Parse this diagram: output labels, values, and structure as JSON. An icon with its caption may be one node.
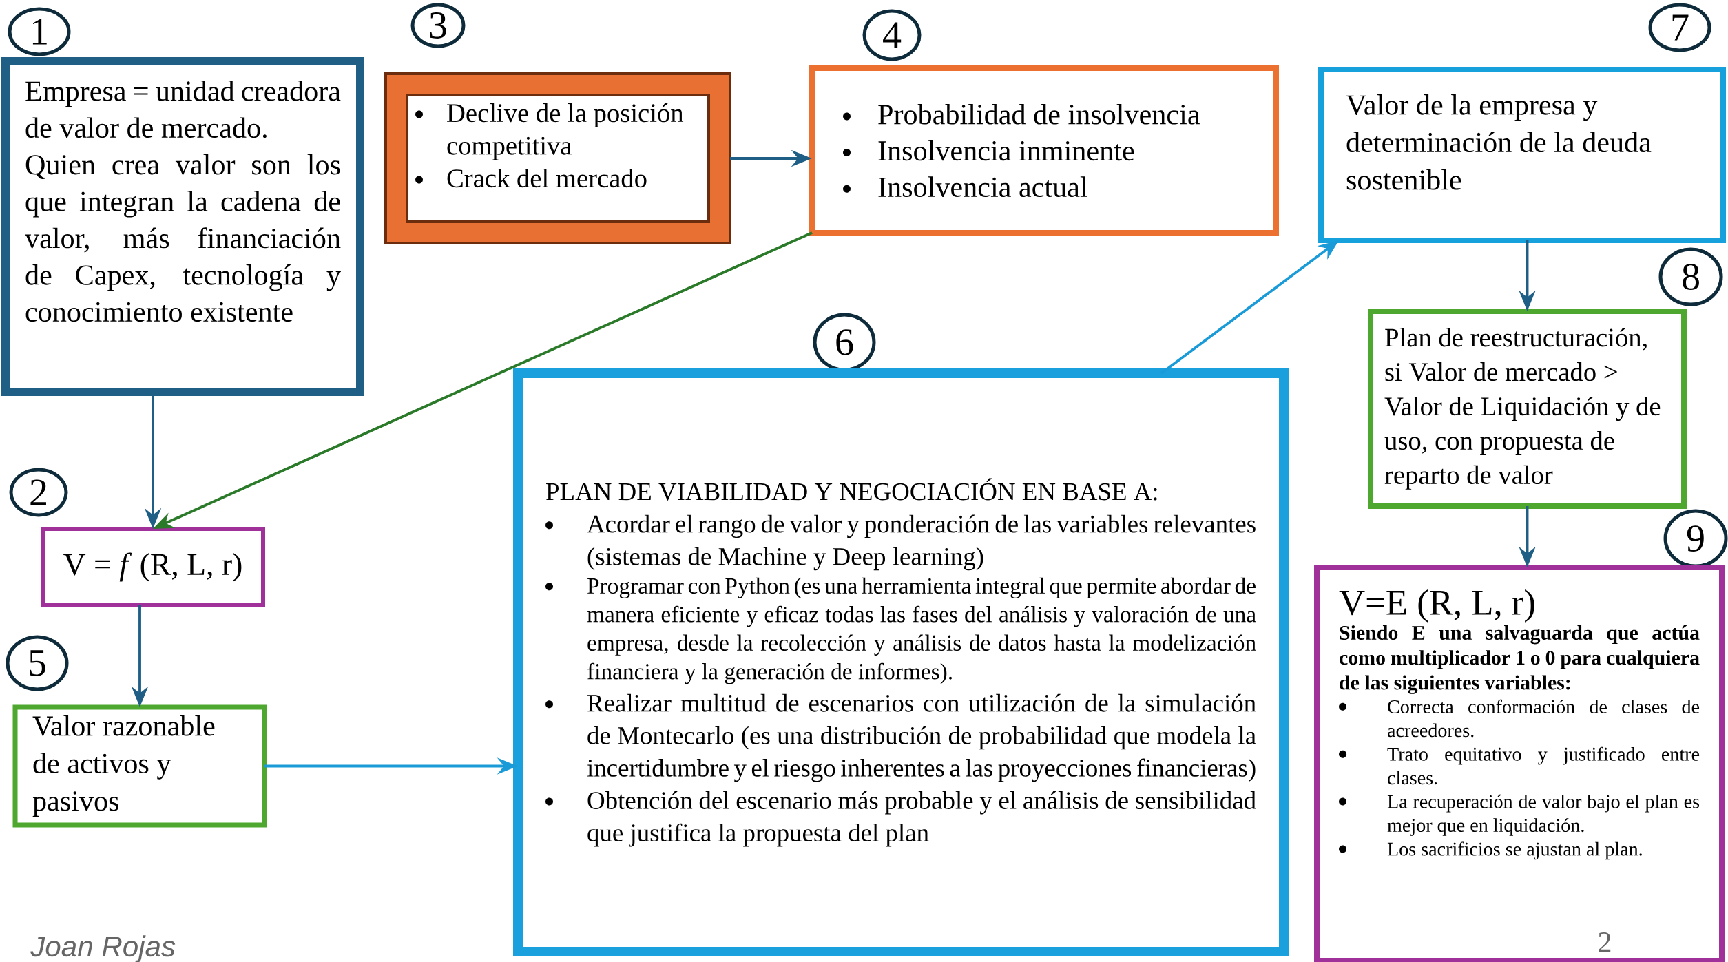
{
  "diagram": {
    "nodes": [
      {
        "text": [
          "1"
        ]
      },
      {
        "text": [
          "Empresa = unidad creadora de valor de mercado.",
          "Quien crea valor son los que integran la cadena de valor, más financiación de Capex, tecnología y conocimiento existente"
        ]
      },
      {
        "text": [
          "3"
        ]
      },
      {
        "text": [
          "Declive de la posición competitiva",
          "Crack del mercado"
        ]
      },
      {
        "text": [
          "4"
        ]
      },
      {
        "text": [
          "Probabilidad de insolvencia",
          "Insolvencia inminente",
          "Insolvencia actual"
        ]
      },
      {
        "text": [
          "7"
        ]
      },
      {
        "text": [
          "Valor de la empresa y determinación de la deuda sostenible"
        ]
      },
      {
        "text": [
          "8"
        ]
      },
      {
        "text": [
          "Plan de reestructuración, si Valor de mercado > Valor de Liquidación y de uso, con propuesta de reparto de valor"
        ]
      },
      {
        "text": [
          "2"
        ]
      },
      {
        "text": [
          "V = *f* (R, L, r)"
        ]
      },
      {
        "text": [
          "6"
        ]
      },
      {
        "text": [
          "PLAN DE VIABILIDAD Y NEGOCIACIÓN EN BASE A:",
          "Acordar el rango de valor y ponderación de las variables relevantes (sistemas de Machine y Deep learning)",
          "Programar con Python (es una herramienta integral que permite abordar de manera eficiente y eficaz todas las fases del análisis y valoración de una empresa, desde la recolección y análisis de datos hasta la modelización financiera y la generación de informes).",
          "Realizar multitud de escenarios con utilización de la simulación de Montecarlo (es una distribución de probabilidad que modela la incertidumbre y el riesgo inherentes a las proyecciones financieras)",
          "Obtención del escenario más probable y el análisis de sensibilidad que justifica la propuesta del plan"
        ]
      },
      {
        "text": [
          "9"
        ]
      },
      {
        "text": [
          "V=E (R, L, r)",
          "Siendo E una salvaguarda que actúa como multiplicador 1 o 0 para cualquiera de las siguientes variables:",
          "Correcta conformación de clases de acreedores.",
          "Trato equitativo y justificado entre clases.",
          "La recuperación de valor bajo el plan es mejor que en liquidación.",
          "Los sacrificios se ajustan al plan."
        ]
      },
      {
        "text": [
          "5"
        ]
      },
      {
        "text": [
          "Valor razonable de activos y pasivos"
        ]
      }
    ],
    "edges": [
      {
        "from": 1,
        "to": 11,
        "arrow": "to"
      },
      {
        "from": 11,
        "to": 17,
        "arrow": "to"
      },
      {
        "from": 17,
        "to": 13,
        "arrow": "to",
        "color": "#1a9bd7"
      },
      {
        "from": 3,
        "to": 5,
        "arrow": "to"
      },
      {
        "from": 5,
        "to": 11,
        "arrow": "to",
        "color": "#2a7a2a"
      },
      {
        "from": 13,
        "to": 7,
        "arrow": "to",
        "color": "#1a9bd7"
      },
      {
        "from": 7,
        "to": 9,
        "arrow": "to"
      },
      {
        "from": 9,
        "to": 15,
        "arrow": "to"
      }
    ],
    "labels": [
      "Joan Rojas",
      "2"
    ]
  }
}
